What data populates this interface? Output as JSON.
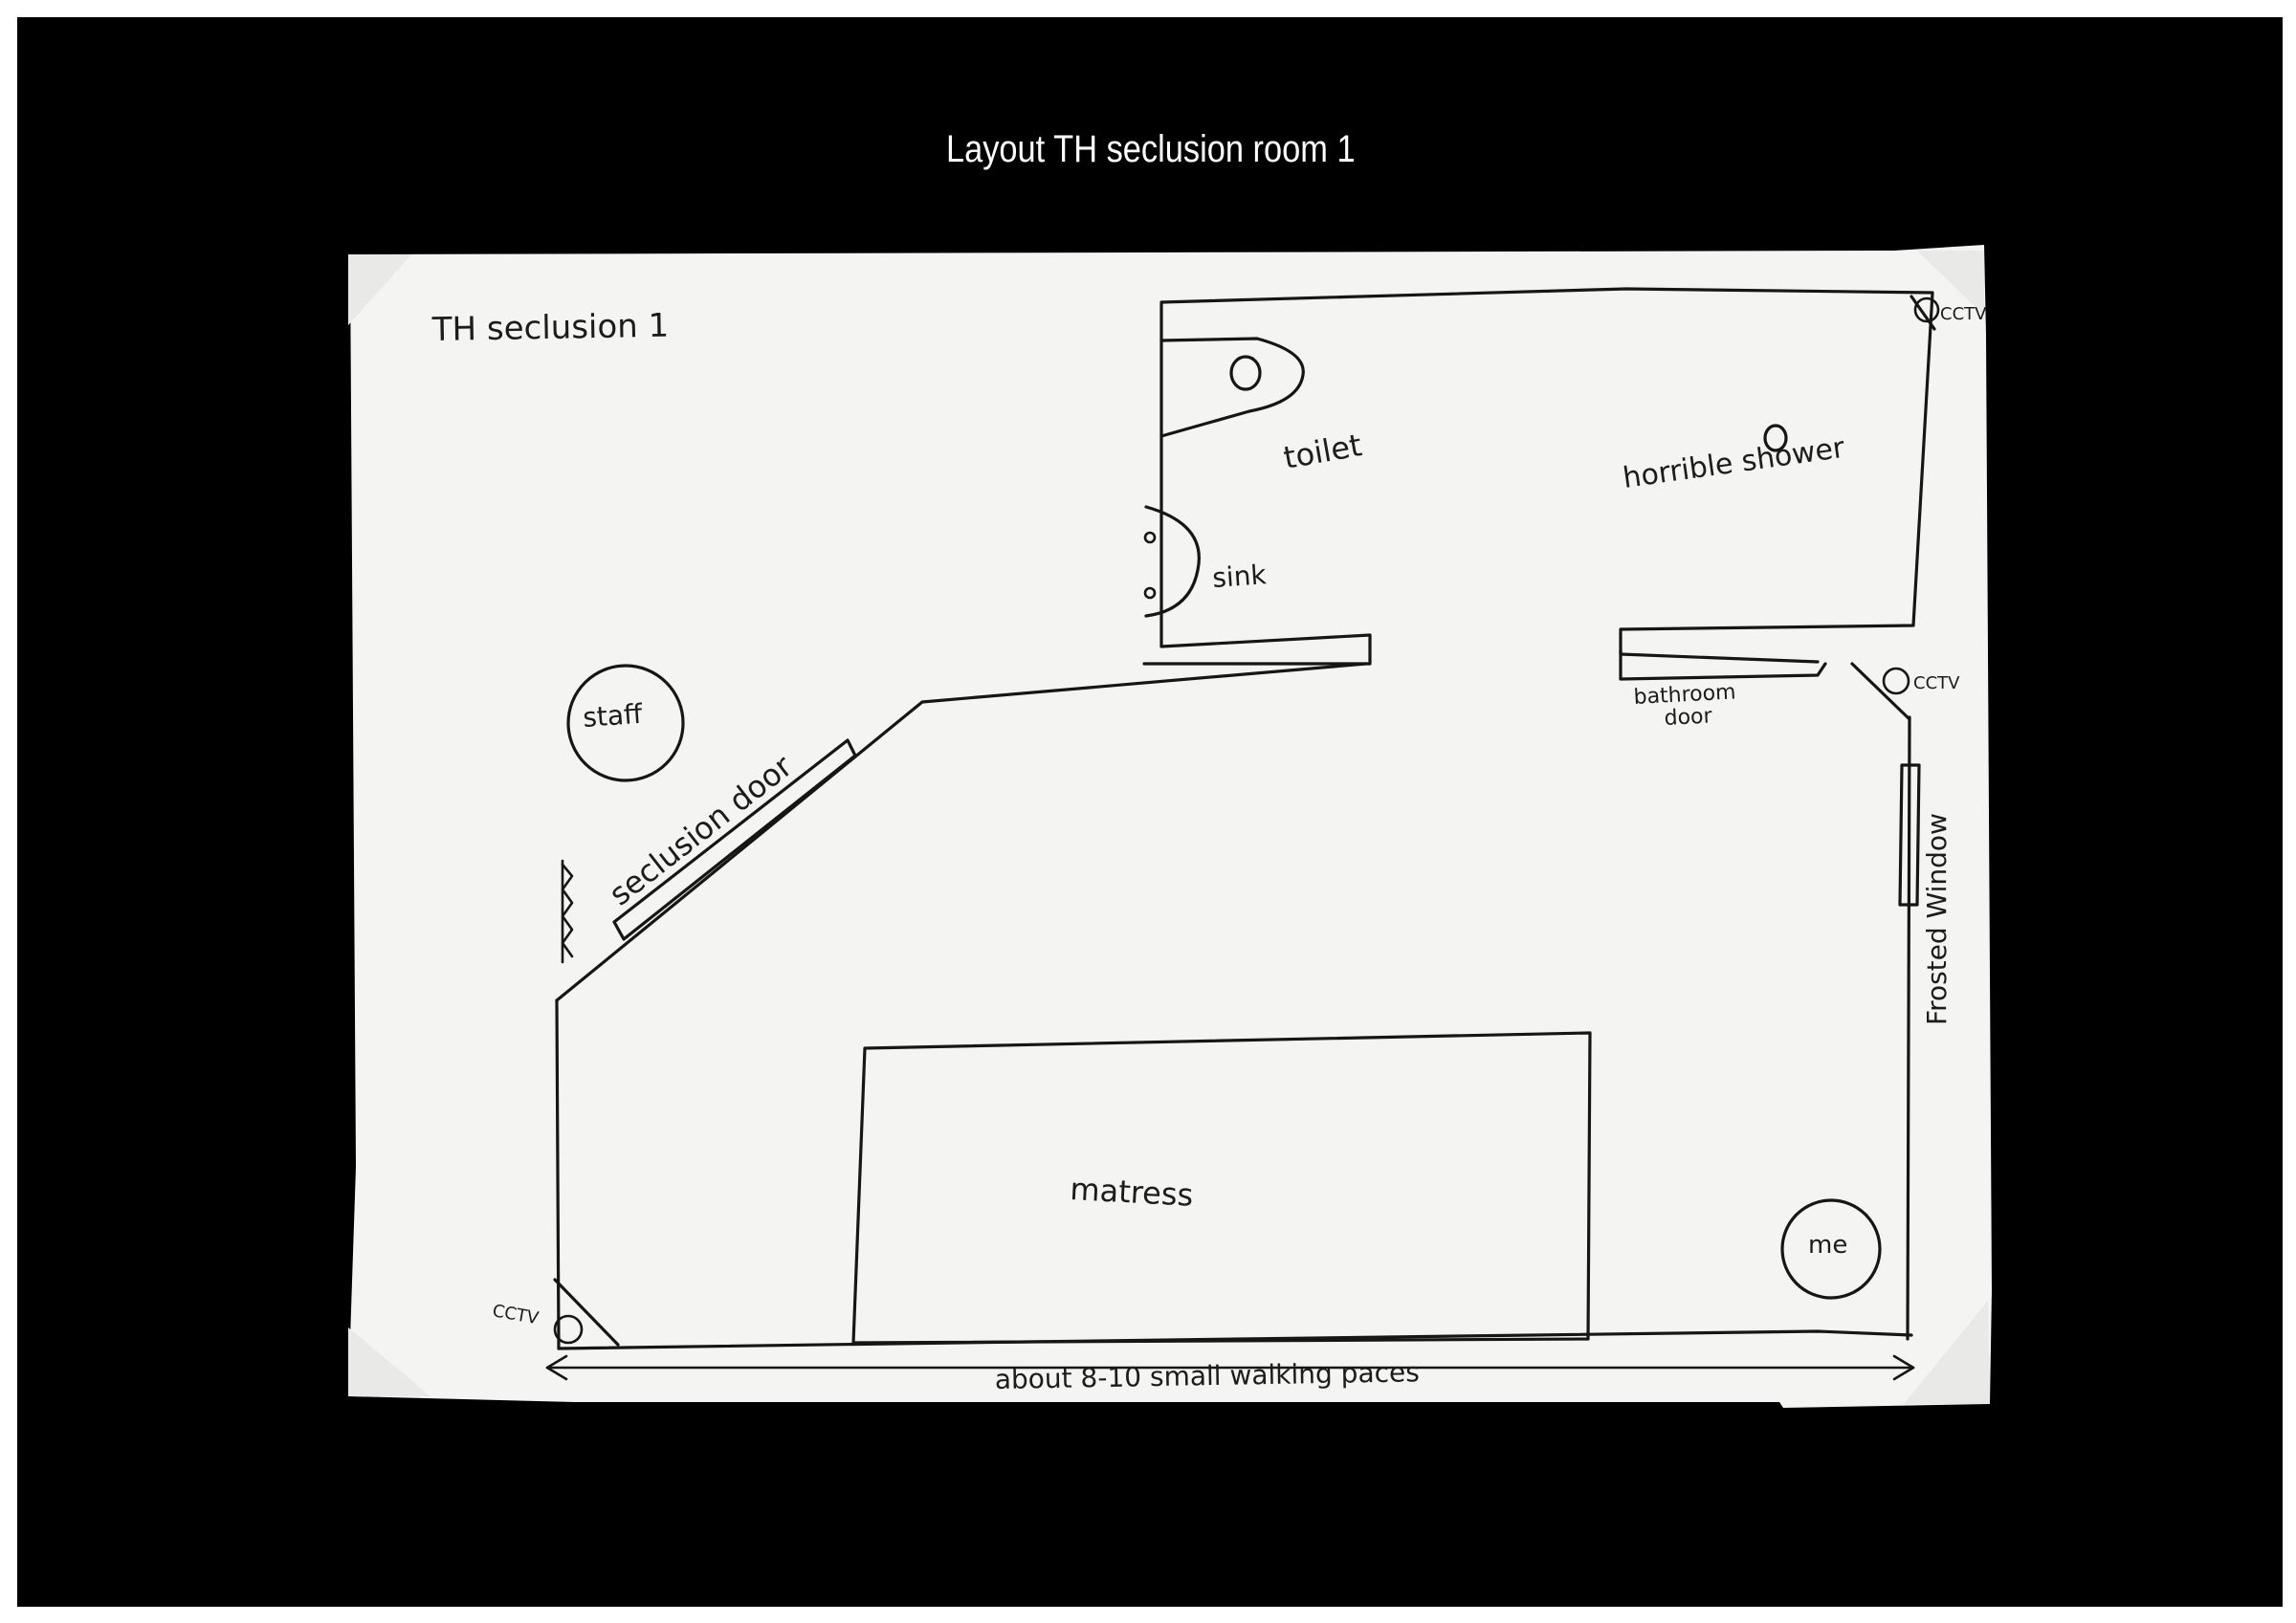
{
  "caption": "Layout TH seclusion room 1",
  "colors": {
    "background": "#000000",
    "paper": "#f4f4f2",
    "ink": "#161616",
    "caption": "#ffffff"
  },
  "sketch": {
    "title": "TH seclusion 1",
    "labels": {
      "toilet": "toilet",
      "sink": "sink",
      "shower": "horrible shower",
      "cctv": "CCTV",
      "staff": "staff",
      "seclusion_door": "seclusion door",
      "bathroom_door_line1": "bathroom",
      "bathroom_door_line2": "door",
      "frosted_window": "Frosted Window",
      "mattress": "matress",
      "me": "me",
      "dimension": "about 8-10 small walking paces"
    }
  }
}
